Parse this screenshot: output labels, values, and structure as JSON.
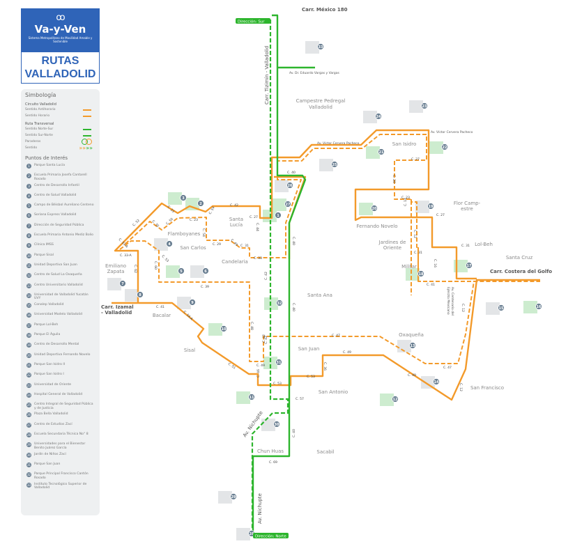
{
  "header": {
    "logo": "ꝏ",
    "brand": "Va-y-Ven",
    "tagline": "Sistema Metropolitano de Movilidad Amable y Sostenible",
    "title1": "RUTAS",
    "title2": "VALLADOLID"
  },
  "legend": {
    "title": "Simbología",
    "circuit": "Circuito Valladolid",
    "anti": "Sentido Antihorario",
    "hor": "Sentido Horario",
    "transversal": "Ruta Transversal",
    "ns": "Sentido Norte-Sur",
    "sn": "Sentido Sur-Norte",
    "stops": "Paraderos",
    "dir": "Sentido",
    "dir_glyph_o": "»»",
    "dir_glyph_g": "»»",
    "poi_title": "Puntos de Interés"
  },
  "colors": {
    "orange": "#f39a2a",
    "green": "#2db52d",
    "blue": "#2f64b8",
    "badge": "#6a7f92"
  },
  "pois": [
    {
      "num": "1",
      "name": "Parque Santa Lucía"
    },
    {
      "num": "2",
      "name": "Escuela Primaria Josefa Cantarell Rosado"
    },
    {
      "num": "3",
      "name": "Centro de Desarrollo Infantil"
    },
    {
      "num": "4",
      "name": "Centro de Salud Valladolid"
    },
    {
      "num": "5",
      "name": "Campo de Béisbol Aureliano Centeno"
    },
    {
      "num": "6",
      "name": "Soriana Express Valladolid"
    },
    {
      "num": "7",
      "name": "Dirección de Seguridad Pública"
    },
    {
      "num": "8",
      "name": "Escuela Primaria Antonio Mediz Bolio"
    },
    {
      "num": "9",
      "name": "Clínica IMSS"
    },
    {
      "num": "10",
      "name": "Parque Sisal"
    },
    {
      "num": "11",
      "name": "Unidad Deportiva San Juan"
    },
    {
      "num": "12",
      "name": "Centro de Salud La Oxaqueña"
    },
    {
      "num": "13",
      "name": "Centro Universitario Valladolid"
    },
    {
      "num": "14",
      "name": "Universidad de Valladolid Yucatán UVY"
    },
    {
      "num": "15",
      "name": "Conalep Valladolid"
    },
    {
      "num": "16",
      "name": "Universidad Modelo Valladolid"
    },
    {
      "num": "17",
      "name": "Parque Lol-Beh"
    },
    {
      "num": "18",
      "name": "Parque El Águila"
    },
    {
      "num": "19",
      "name": "Centro de Desarrollo Mental"
    },
    {
      "num": "20",
      "name": "Unidad Deportiva Fernando Novelo"
    },
    {
      "num": "21",
      "name": "Parque San Isidro II"
    },
    {
      "num": "22",
      "name": "Parque San Isidro I"
    },
    {
      "num": "23",
      "name": "Universidad de Oriente"
    },
    {
      "num": "24",
      "name": "Hospital General de Valladolid"
    },
    {
      "num": "25",
      "name": "Centro Integral de Seguridad Pública y de Justicia"
    },
    {
      "num": "26",
      "name": "Plaza Bella Valladolid"
    },
    {
      "num": "27",
      "name": "Centro de Estudios Zací"
    },
    {
      "num": "28",
      "name": "Escuela Secundaria Técnica No° 8"
    },
    {
      "num": "29",
      "name": "Universidades para el Bienestar Benito Juárez García"
    },
    {
      "num": "30",
      "name": "Jardín de Niños Zací"
    },
    {
      "num": "31",
      "name": "Parque San Juan"
    },
    {
      "num": "32",
      "name": "Parque Principal Francisco Cantón Rosado"
    },
    {
      "num": "33",
      "name": "Instituto Tecnológico Superior de Valladolid"
    }
  ],
  "roads": [
    "Carr. México 180",
    "Carr. Tizimín - Valladolid",
    "Av. Dr. Eduardo Vargas y Vargas",
    "Av. Víctor Cervera Pacheco",
    "Av. Víctor Cervera Pacheco",
    "Carr. Costera del Golfo",
    "Carr. Izamal",
    "- Valladolid",
    "Av. Nichupte",
    "Av. Nichupte",
    "Av. Centenario del",
    "Ejército Mexicano"
  ],
  "direction": {
    "south": "Dirección: Sur",
    "north": "Dirección: Norte"
  },
  "neighborhoods": [
    "Campestre Pedregal",
    "Valladolid",
    "San Isidro",
    "Flor Camp-",
    "estre",
    "Lol-Beh",
    "Santa Cruz",
    "Fernando Novelo",
    "Jardines de",
    "Oriente",
    "Militar",
    "Santa",
    "Lucía",
    "Flamboyanes",
    "San Carlos",
    "Candelaria",
    "Emiliano",
    "Zapata",
    "Bacalar",
    "Sisal",
    "Santa Ana",
    "Oxaqueña",
    "San Juan",
    "San Antonio",
    "San Francisco",
    "Chun Huas",
    "Sacabil"
  ],
  "streets": [
    "C. 42",
    "C. 27",
    "C. 44",
    "C. 23",
    "C. 52",
    "C. 35",
    "C. 50",
    "C. 23",
    "C. 54",
    "C. 54",
    "C. 29",
    "C. 49",
    "C. 31",
    "C. 33",
    "C. 33-A",
    "C. 33-A",
    "C. 53",
    "C. 60",
    "C. 62",
    "C. 39",
    "C. 41",
    "C. 54-A",
    "C. 48",
    "C. 49",
    "C. 42",
    "C. 51",
    "C. 46",
    "C. 53",
    "C. 53",
    "C. 36",
    "C. 49",
    "C. 47",
    "C. 57",
    "C. 40",
    "C. 69",
    "C. 40",
    "C. 40",
    "C. 42",
    "C. 40",
    "C. 42",
    "C. 27",
    "C. 20",
    "C. 23",
    "C. 14",
    "C. 27",
    "C. 12",
    "C. 31",
    "C. 31",
    "C. 16",
    "C. 41",
    "C. 12",
    "C. 47",
    "C. 49",
    "C. 12"
  ]
}
